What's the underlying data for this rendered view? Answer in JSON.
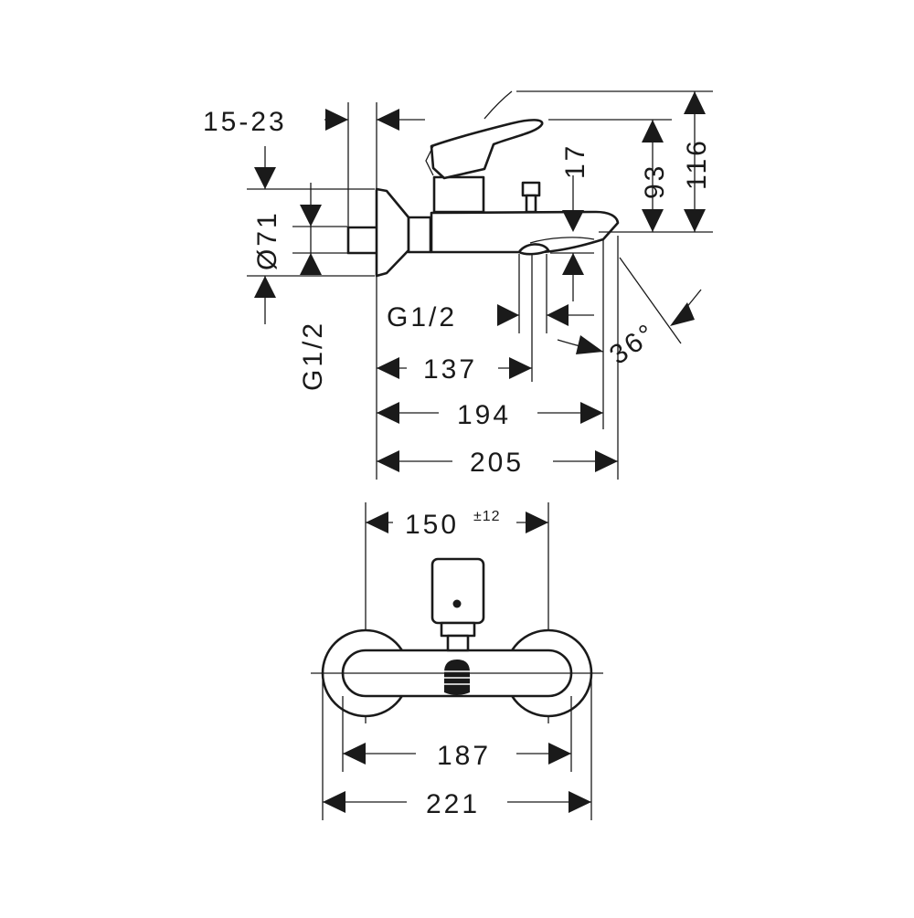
{
  "side_view": {
    "dim_connection_depth": "15-23",
    "dim_rosette_diameter": "Ø71",
    "dim_thread_wall": "G1/2",
    "dim_thread_outlet": "G1/2",
    "dim_spout_height": "17",
    "dim_height_93": "93",
    "dim_height_116": "116",
    "dim_angle": "36°",
    "dim_outlet_137": "137",
    "dim_spout_194": "194",
    "dim_projection_205": "205"
  },
  "front_view": {
    "dim_centers": "150",
    "dim_centers_tolerance": "±12",
    "dim_inner_width": "187",
    "dim_overall_width": "221"
  }
}
